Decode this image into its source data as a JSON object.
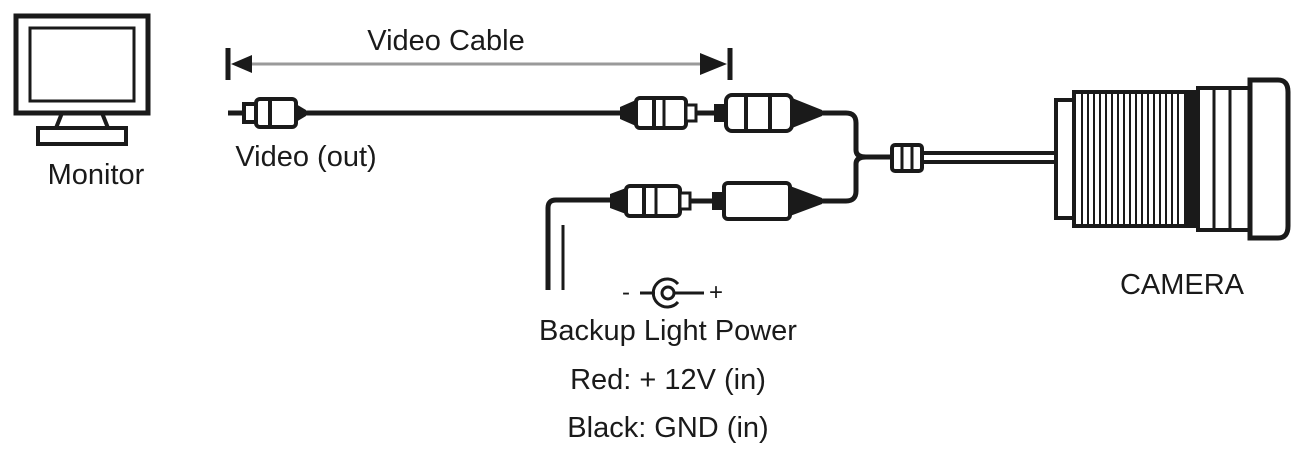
{
  "labels": {
    "video_cable": "Video Cable",
    "monitor": "Monitor",
    "video_out": "Video (out)",
    "camera": "CAMERA",
    "polarity_minus": "-",
    "polarity_plus": "+",
    "backup_light_power": "Backup Light Power",
    "red_wire": "Red: + 12V (in)",
    "black_wire": "Black: GND (in)"
  },
  "colors": {
    "ink": "#1a1a1a",
    "line_gray": "#9a9a9a",
    "background": "#ffffff"
  },
  "icons": {
    "monitor": "monitor-icon",
    "camera": "camera-icon",
    "dc_jack": "dc-jack-symbol-icon"
  }
}
